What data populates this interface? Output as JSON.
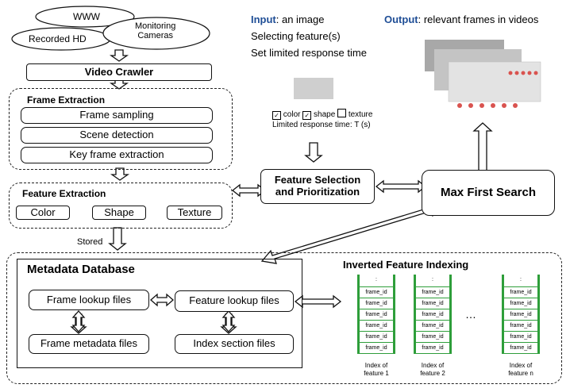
{
  "clouds": {
    "www": "WWW",
    "recorded": "Recorded HD",
    "monitoring": "Monitoring\nCameras"
  },
  "video_crawler": "Video Crawler",
  "frame_extraction": {
    "title": "Frame Extraction",
    "items": [
      "Frame sampling",
      "Scene detection",
      "Key frame extraction"
    ]
  },
  "feature_extraction": {
    "title": "Feature Extraction",
    "items": [
      "Color",
      "Shape",
      "Texture"
    ]
  },
  "stored": "Stored",
  "input": {
    "label": "Input",
    "text": ": an image",
    "line2": "Selecting feature(s)",
    "line3": "Set limited response time"
  },
  "output": {
    "label": "Output",
    "text": ": relevant frames in videos"
  },
  "checkboxes": {
    "color": "color",
    "shape": "shape",
    "texture": "texture",
    "color_checked": true,
    "shape_checked": true,
    "texture_checked": false
  },
  "limited_time": "Limited response time: T (s)",
  "feature_selection": "Feature Selection\nand Prioritization",
  "max_first_search": "Max First Search",
  "metadata": {
    "title": "Metadata Database",
    "frame_lookup": "Frame lookup files",
    "feature_lookup": "Feature lookup files",
    "frame_metadata": "Frame metadata files",
    "index_section": "Index section files"
  },
  "inverted": {
    "title": "Inverted Feature Indexing",
    "cell_label": "frame_id",
    "dots": ":",
    "ellipsis": "…",
    "captions": [
      "Index of\nfeature 1",
      "Index of\nfeature 2",
      "Index of\nfeature n"
    ]
  },
  "colors": {
    "blue": "#1f4e96",
    "green": "#2e9e3a",
    "red": "#d9534f"
  }
}
